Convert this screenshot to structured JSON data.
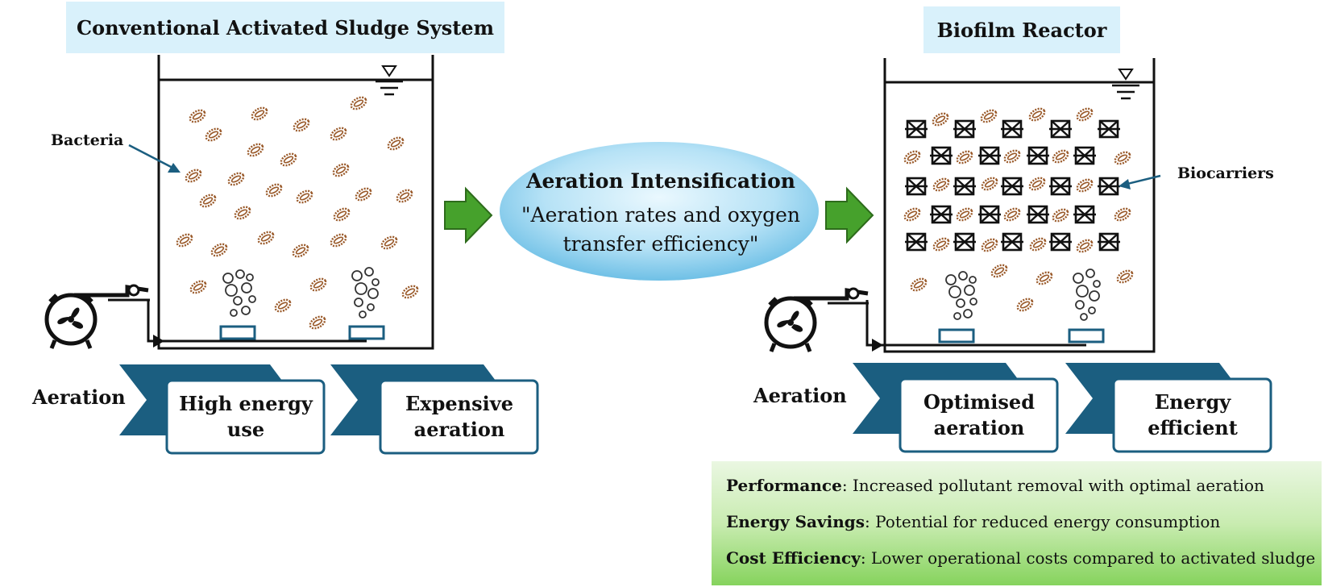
{
  "left": {
    "title": "Conventional Activated Sludge System",
    "bacteria_label": "Bacteria",
    "aeration_label": "Aeration",
    "chevrons": [
      "High energy use",
      "Expensive aeration"
    ]
  },
  "right": {
    "title": "Biofilm Reactor",
    "biocarriers_label": "Biocarriers",
    "aeration_label": "Aeration",
    "chevrons": [
      "Optimised aeration",
      "Energy efficient"
    ]
  },
  "center": {
    "title": "Aeration Intensification",
    "quote_line1": "\"Aeration rates and oxygen",
    "quote_line2": "transfer efficiency\""
  },
  "benefits": [
    {
      "term": "Performance",
      "text": ": Increased pollutant removal with optimal aeration"
    },
    {
      "term": "Energy Savings",
      "text": ": Potential for reduced energy consumption"
    },
    {
      "term": "Cost Efficiency",
      "text": ": Lower operational costs compared to activated sludge"
    }
  ],
  "colors": {
    "title_bg": "#d9f1fb",
    "chevron_dark": "#1b5e80",
    "chevron_box_border": "#1b5e80",
    "arrow_green": "#46a12c",
    "ellipse_inner": "#e3f5fd",
    "ellipse_outer": "#7cc8ea",
    "bacteria": "#9a5a2a",
    "benefit_box": "#86d35d"
  }
}
